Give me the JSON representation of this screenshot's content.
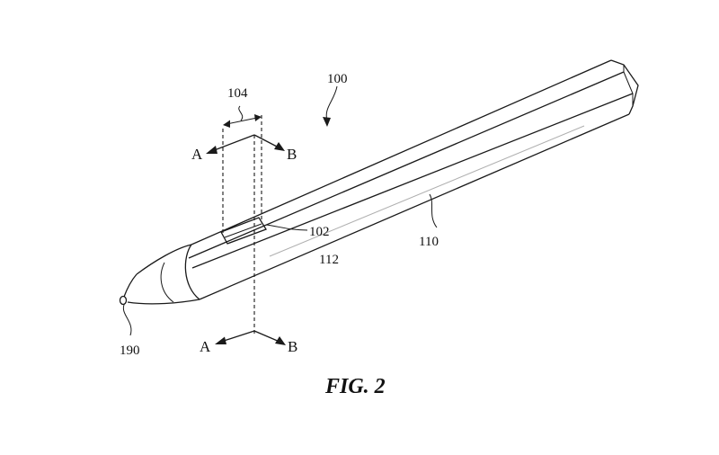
{
  "figure": {
    "caption": "FIG. 2"
  },
  "labels": {
    "stylus": "100",
    "window_region": "104",
    "window": "102",
    "body": "110",
    "face": "112",
    "tip": "190",
    "section_top_a": "A",
    "section_top_b": "B",
    "section_bottom_a": "A",
    "section_bottom_b": "B"
  }
}
